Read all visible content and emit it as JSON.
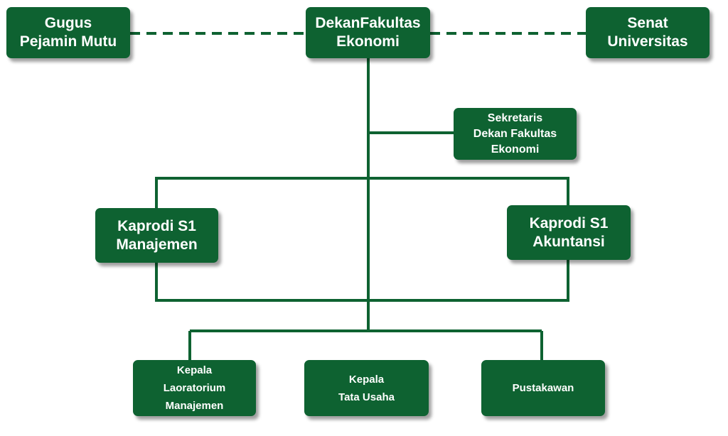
{
  "colors": {
    "box_fill": "#0e6231",
    "line": "#0e6231",
    "text": "#ffffff",
    "background": "#ffffff"
  },
  "nodes": {
    "gugus": "Gugus\nPejamin Mutu",
    "dekan": "DekanFakultas\nEkonomi",
    "senat": "Senat\nUniversitas",
    "sekretaris": "Sekretaris\nDekan Fakultas\nEkonomi",
    "kaprodi_manajemen": "Kaprodi S1\nManajemen",
    "kaprodi_akuntansi": "Kaprodi S1\nAkuntansi",
    "kepala_laboratorium": "Kepala\nLaoratorium\nManajemen",
    "kepala_tata_usaha": "Kepala\nTata Usaha",
    "pustakawan": "Pustakawan"
  },
  "relations": [
    {
      "from": "dekan",
      "to": "gugus",
      "style": "dashed"
    },
    {
      "from": "dekan",
      "to": "senat",
      "style": "dashed"
    },
    {
      "from": "dekan",
      "to": "sekretaris",
      "style": "solid"
    },
    {
      "from": "dekan",
      "to": "kaprodi_manajemen",
      "style": "solid"
    },
    {
      "from": "dekan",
      "to": "kaprodi_akuntansi",
      "style": "solid"
    },
    {
      "from": "dekan",
      "to": "kepala_laboratorium",
      "style": "solid"
    },
    {
      "from": "dekan",
      "to": "kepala_tata_usaha",
      "style": "solid"
    },
    {
      "from": "dekan",
      "to": "pustakawan",
      "style": "solid"
    }
  ]
}
